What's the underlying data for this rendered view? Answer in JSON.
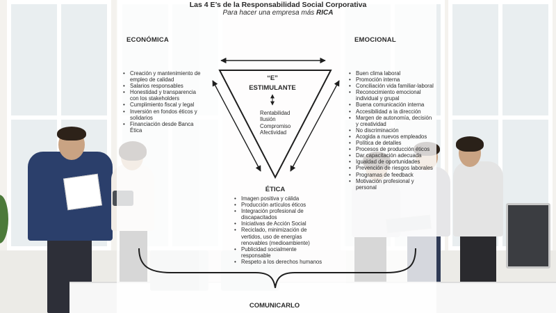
{
  "title": "Las 4 E’s de la Responsabilidad Social Corporativa",
  "subtitle": {
    "text": "Para hacer una empresa más ",
    "emphasis": "RICA"
  },
  "economica": {
    "heading": "ECONÓMICA",
    "items": [
      "Creación y mantenimiento de empleo de calidad",
      "Salarios responsables",
      "Honestidad y transparencia con los stakeholders",
      "Cumplimiento fiscal y legal",
      "Inversión en fondos éticos y solidarios",
      "Financiación desde Banca Ética"
    ]
  },
  "emocional": {
    "heading": "EMOCIONAL",
    "items": [
      "Buen clima laboral",
      "Promoción interna",
      "Conciliación vida familiar-laboral",
      "Reconocimiento emocional individual y grupal",
      "Buena comunicación interna",
      "Accesibilidad a la dirección",
      "Margen de autonomía, decisión y creatividad",
      "No discriminación",
      "Acogida a nuevos empleados",
      "Política de detalles",
      "Procesos de producción éticos",
      "Dar capacitación adecuada",
      "Igualdad de oportunidades",
      "Prevención de riesgos laborales",
      "Programas de feedback",
      "Motivación profesional y personal"
    ]
  },
  "estimulante": {
    "letter": "“E”",
    "heading": "ESTIMULANTE",
    "items": [
      "Rentabilidad",
      "Ilusión",
      "Compromiso",
      "Afectividad"
    ]
  },
  "etica": {
    "heading": "ÉTICA",
    "items": [
      "Imagen positiva y cálida",
      "Producción artículos éticos",
      "Integración profesional de discapacitados",
      "Iniciativas de Acción Social",
      "Reciclado, minimización de vertidos, uso de energías renovables (medioambiente)",
      "Publicidad socialmente responsable",
      "Respeto a los derechos humanos"
    ]
  },
  "footer": {
    "label": "COMUNICARLO"
  },
  "colors": {
    "arrows": "#1e1e1e",
    "text": "#2a2a2a",
    "panel": "#ffffff"
  }
}
